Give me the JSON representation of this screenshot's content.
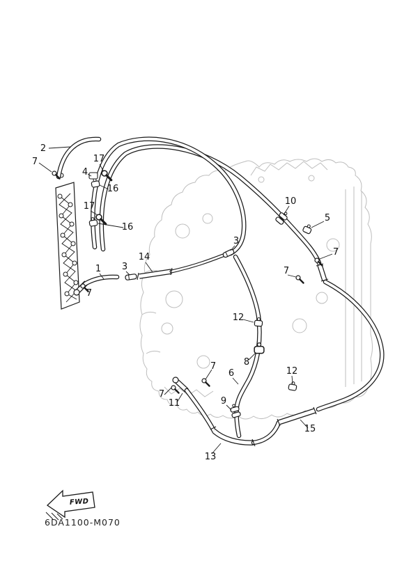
{
  "diagram": {
    "code": "6DA1100-M070",
    "fwd_label": "FWD",
    "colors": {
      "background": "#ffffff",
      "line": "#1a1a1a",
      "engine_outline": "#bdbdbd"
    },
    "callouts": [
      {
        "label": "2"
      },
      {
        "label": "7"
      },
      {
        "label": "17"
      },
      {
        "label": "4"
      },
      {
        "label": "16"
      },
      {
        "label": "17"
      },
      {
        "label": "16"
      },
      {
        "label": "10"
      },
      {
        "label": "5"
      },
      {
        "label": "3"
      },
      {
        "label": "7"
      },
      {
        "label": "7"
      },
      {
        "label": "14"
      },
      {
        "label": "3"
      },
      {
        "label": "1"
      },
      {
        "label": "7"
      },
      {
        "label": "12"
      },
      {
        "label": "8"
      },
      {
        "label": "7"
      },
      {
        "label": "6"
      },
      {
        "label": "12"
      },
      {
        "label": "7"
      },
      {
        "label": "11"
      },
      {
        "label": "9"
      },
      {
        "label": "15"
      },
      {
        "label": "13"
      }
    ]
  }
}
